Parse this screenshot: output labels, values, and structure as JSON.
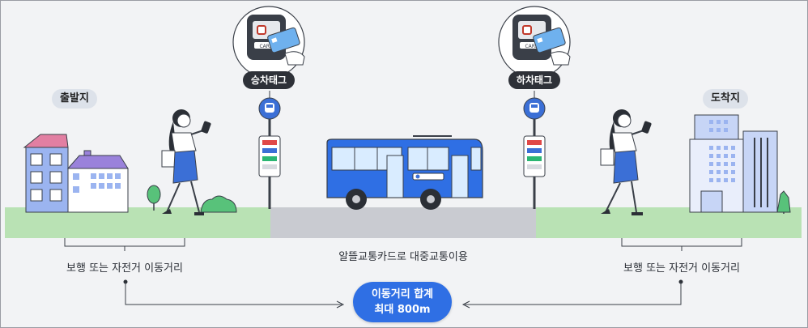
{
  "labels": {
    "departure": "출발지",
    "arrival": "도착지",
    "boarding_tag": "승차태그",
    "alighting_tag": "하차태그",
    "transit": "알뜰교통카드로 대중교통이용",
    "walk_left": "보행 또는 자전거 이동거리",
    "walk_right": "보행 또는 자전거 이동거리",
    "total_line1": "이동거리 합계",
    "total_line2": "최대 800m"
  },
  "card_reader_text": "CARD",
  "colors": {
    "grass": "#b9e2b4",
    "road": "#c9cbd1",
    "bus": "#2f6fe4",
    "accent_blue": "#2f6fe4",
    "house_blue": "#9bb4f0",
    "house_roof_pink": "#e27fa2",
    "house_roof_purple": "#9a82db",
    "building_blue": "#c7d5f6",
    "card_blue": "#6fb1ee",
    "text": "#2b2f36"
  },
  "icons": [
    "bus-stop-sign-icon",
    "card-reader-icon",
    "person-walking-phone-icon",
    "bus-icon",
    "house-icon",
    "building-icon",
    "tree-icon",
    "arrow-right-icon",
    "arrow-left-icon"
  ]
}
